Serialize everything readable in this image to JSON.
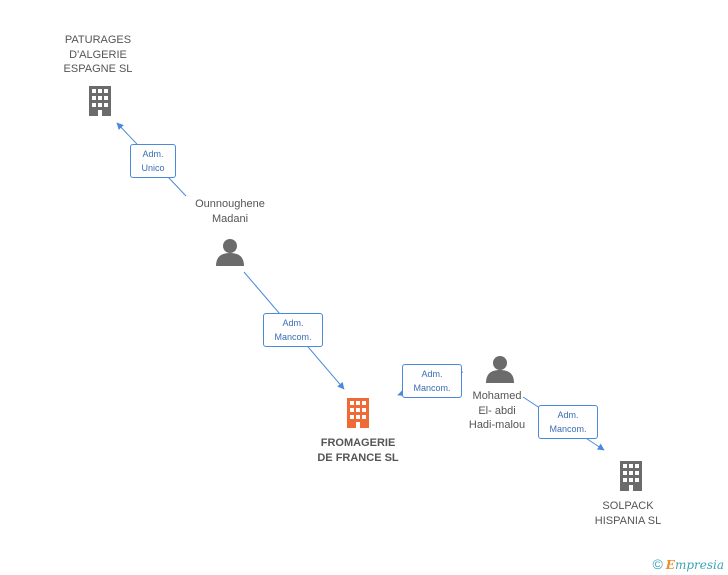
{
  "nodes": {
    "paturages": {
      "label": "PATURAGES\nD'ALGERIE\nESPAGNE SL",
      "type": "company"
    },
    "ounnoughene": {
      "label": "Ounnoughene\nMadani",
      "type": "person"
    },
    "fromagerie": {
      "label": "FROMAGERIE\nDE FRANCE SL",
      "type": "company-main"
    },
    "mohamed": {
      "label": "Mohamed\nEl- abdi\nHadi-malou",
      "type": "person"
    },
    "solpack": {
      "label": "SOLPACK\nHISPANIA SL",
      "type": "company"
    }
  },
  "edges": {
    "e1": {
      "label": "Adm.\nUnico",
      "from": "ounnoughene",
      "to": "paturages"
    },
    "e2": {
      "label": "Adm.\nMancom.",
      "from": "ounnoughene",
      "to": "fromagerie"
    },
    "e3": {
      "label": "Adm.\nMancom.",
      "from": "mohamed",
      "to": "fromagerie"
    },
    "e4": {
      "label": "Adm.\nMancom.",
      "from": "mohamed",
      "to": "solpack"
    }
  },
  "colors": {
    "edge": "#4a89dc",
    "company": "#6b6b6b",
    "main": "#f06a35",
    "person": "#6b6b6b"
  },
  "footer": {
    "copyright": "©",
    "brand_e": "E",
    "brand_rest": "mpresia"
  }
}
